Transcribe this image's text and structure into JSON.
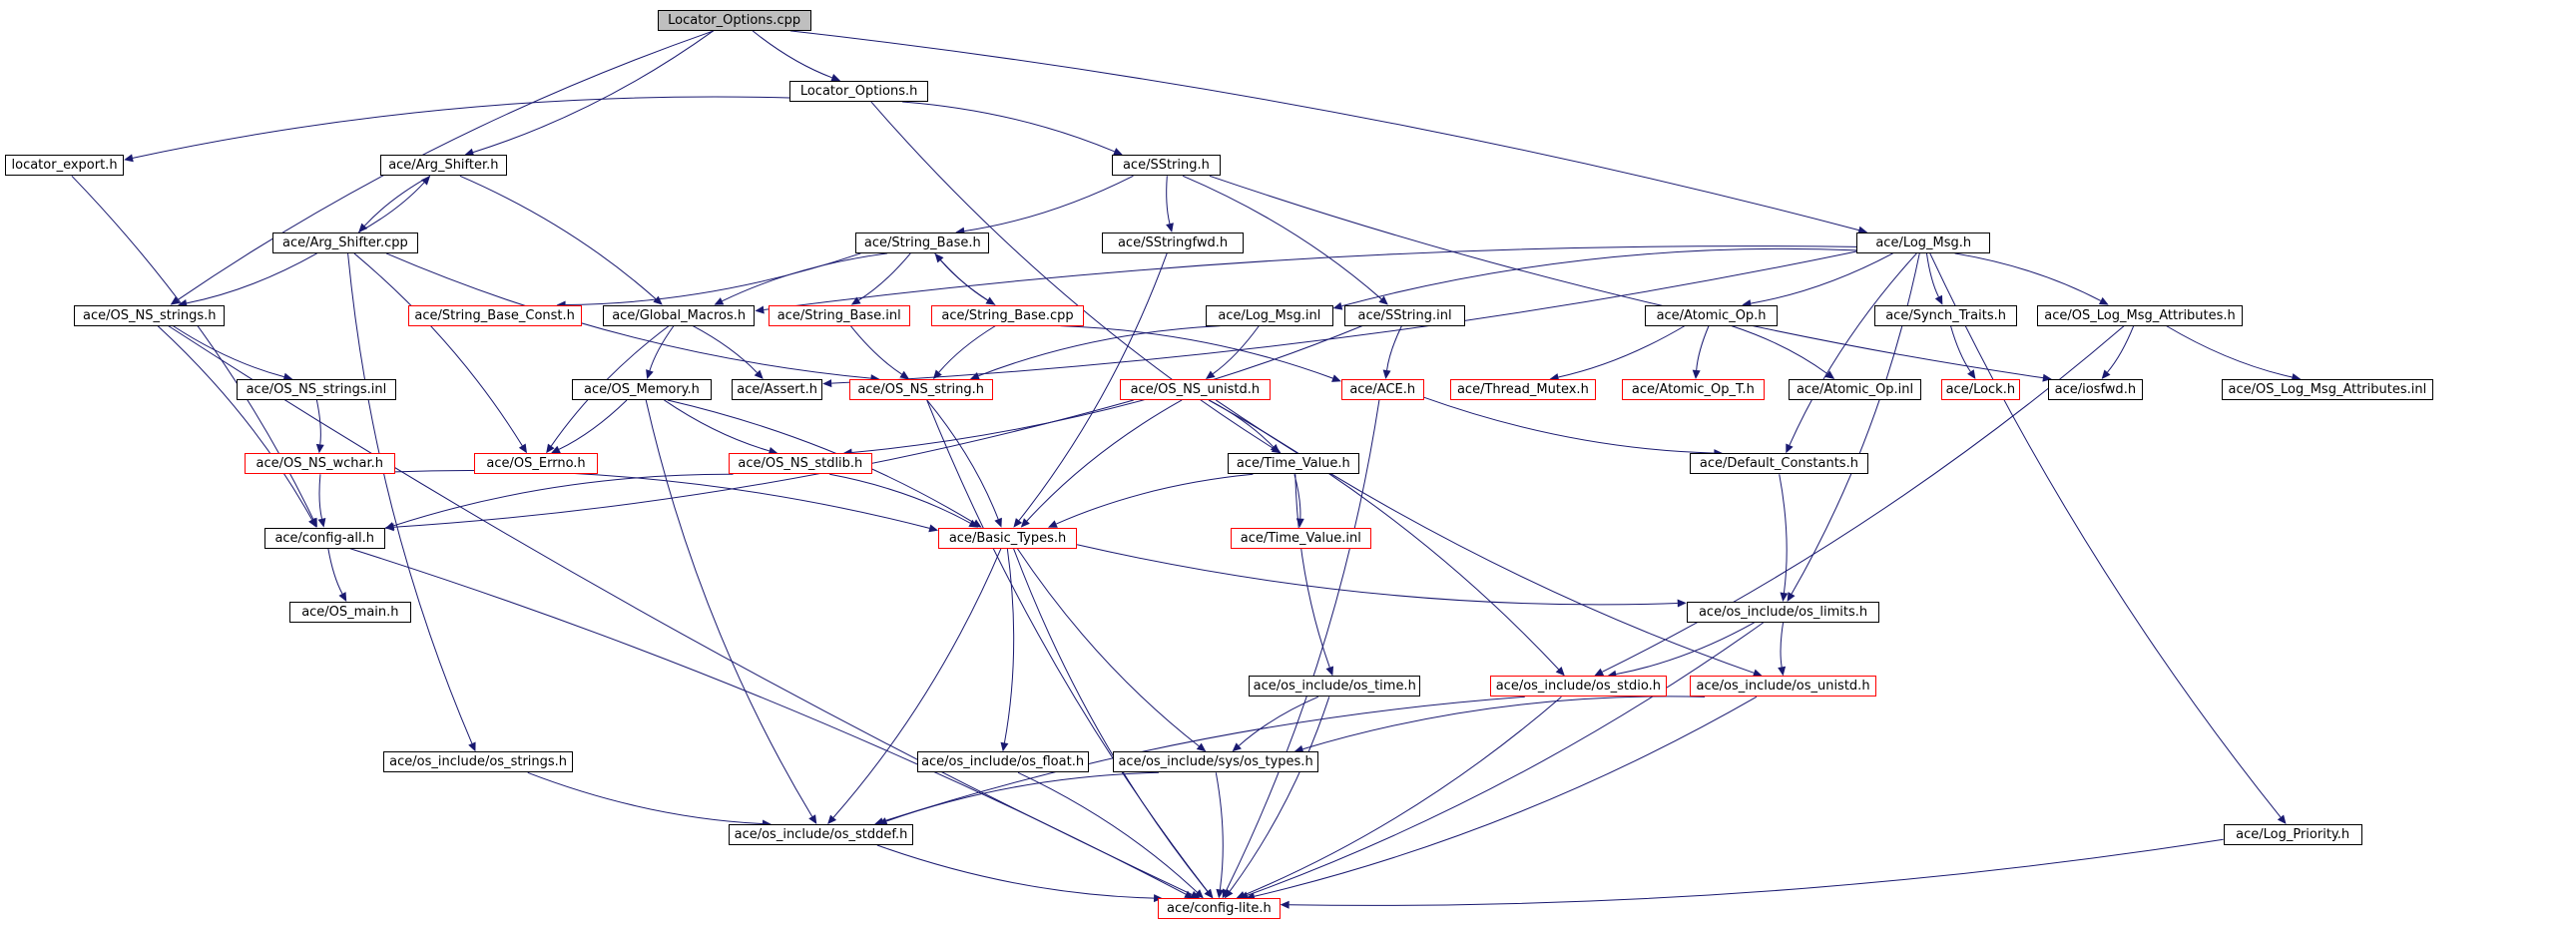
{
  "graph": {
    "edge_color": "#191970",
    "missing_border_color": "#ff0000",
    "root_fill": "#bfbfbf",
    "nodes": [
      {
        "id": "root",
        "label": "Locator_Options.cpp",
        "style": "root"
      },
      {
        "id": "locopt",
        "label": "Locator_Options.h",
        "style": "normal"
      },
      {
        "id": "locexp",
        "label": "locator_export.h",
        "style": "normal"
      },
      {
        "id": "argsh",
        "label": "ace/Arg_Shifter.h",
        "style": "normal"
      },
      {
        "id": "sstr",
        "label": "ace/SString.h",
        "style": "normal"
      },
      {
        "id": "logmsg",
        "label": "ace/Log_Msg.h",
        "style": "normal"
      },
      {
        "id": "argcpp",
        "label": "ace/Arg_Shifter.cpp",
        "style": "normal"
      },
      {
        "id": "strbase",
        "label": "ace/String_Base.h",
        "style": "normal"
      },
      {
        "id": "sstrfwd",
        "label": "ace/SStringfwd.h",
        "style": "normal"
      },
      {
        "id": "osnsstrs",
        "label": "ace/OS_NS_strings.h",
        "style": "normal"
      },
      {
        "id": "sbconst",
        "label": "ace/String_Base_Const.h",
        "style": "red"
      },
      {
        "id": "globmac",
        "label": "ace/Global_Macros.h",
        "style": "normal"
      },
      {
        "id": "sbinl",
        "label": "ace/String_Base.inl",
        "style": "red"
      },
      {
        "id": "sbcpp",
        "label": "ace/String_Base.cpp",
        "style": "red"
      },
      {
        "id": "logmsginl",
        "label": "ace/Log_Msg.inl",
        "style": "normal"
      },
      {
        "id": "sstrinl",
        "label": "ace/SString.inl",
        "style": "normal"
      },
      {
        "id": "atomic",
        "label": "ace/Atomic_Op.h",
        "style": "normal"
      },
      {
        "id": "synch",
        "label": "ace/Synch_Traits.h",
        "style": "normal"
      },
      {
        "id": "oslogattr",
        "label": "ace/OS_Log_Msg_Attributes.h",
        "style": "normal"
      },
      {
        "id": "osnsstrsinl",
        "label": "ace/OS_NS_strings.inl",
        "style": "normal"
      },
      {
        "id": "osmem",
        "label": "ace/OS_Memory.h",
        "style": "normal"
      },
      {
        "id": "assert",
        "label": "ace/Assert.h",
        "style": "normal"
      },
      {
        "id": "osnsstring",
        "label": "ace/OS_NS_string.h",
        "style": "red"
      },
      {
        "id": "osnsunistd",
        "label": "ace/OS_NS_unistd.h",
        "style": "red"
      },
      {
        "id": "ace",
        "label": "ace/ACE.h",
        "style": "red"
      },
      {
        "id": "thrmutex",
        "label": "ace/Thread_Mutex.h",
        "style": "red"
      },
      {
        "id": "atomicT",
        "label": "ace/Atomic_Op_T.h",
        "style": "red"
      },
      {
        "id": "atomicinl",
        "label": "ace/Atomic_Op.inl",
        "style": "normal"
      },
      {
        "id": "lock",
        "label": "ace/Lock.h",
        "style": "red"
      },
      {
        "id": "iosfwd",
        "label": "ace/iosfwd.h",
        "style": "normal"
      },
      {
        "id": "oslogattrinl",
        "label": "ace/OS_Log_Msg_Attributes.inl",
        "style": "normal"
      },
      {
        "id": "osnswchar",
        "label": "ace/OS_NS_wchar.h",
        "style": "red"
      },
      {
        "id": "oserrno",
        "label": "ace/OS_Errno.h",
        "style": "red"
      },
      {
        "id": "osnsstdlib",
        "label": "ace/OS_NS_stdlib.h",
        "style": "red"
      },
      {
        "id": "timeval",
        "label": "ace/Time_Value.h",
        "style": "normal"
      },
      {
        "id": "defconst",
        "label": "ace/Default_Constants.h",
        "style": "normal"
      },
      {
        "id": "configall",
        "label": "ace/config-all.h",
        "style": "normal"
      },
      {
        "id": "basictypes",
        "label": "ace/Basic_Types.h",
        "style": "red"
      },
      {
        "id": "timevalinl",
        "label": "ace/Time_Value.inl",
        "style": "red"
      },
      {
        "id": "osmain",
        "label": "ace/OS_main.h",
        "style": "normal"
      },
      {
        "id": "oslimits",
        "label": "ace/os_include/os_limits.h",
        "style": "normal"
      },
      {
        "id": "ostime",
        "label": "ace/os_include/os_time.h",
        "style": "normal"
      },
      {
        "id": "osstdio",
        "label": "ace/os_include/os_stdio.h",
        "style": "red"
      },
      {
        "id": "osunistd",
        "label": "ace/os_include/os_unistd.h",
        "style": "red"
      },
      {
        "id": "osstrings",
        "label": "ace/os_include/os_strings.h",
        "style": "normal"
      },
      {
        "id": "osfloat",
        "label": "ace/os_include/os_float.h",
        "style": "normal"
      },
      {
        "id": "ostypes",
        "label": "ace/os_include/sys/os_types.h",
        "style": "normal"
      },
      {
        "id": "osstddef",
        "label": "ace/os_include/os_stddef.h",
        "style": "normal"
      },
      {
        "id": "logprio",
        "label": "ace/Log_Priority.h",
        "style": "normal"
      },
      {
        "id": "configlite",
        "label": "ace/config-lite.h",
        "style": "red"
      }
    ],
    "edges": [
      [
        "root",
        "locopt"
      ],
      [
        "root",
        "argsh"
      ],
      [
        "root",
        "osnsstrs"
      ],
      [
        "root",
        "logmsg"
      ],
      [
        "locopt",
        "locexp"
      ],
      [
        "locopt",
        "sstr"
      ],
      [
        "locopt",
        "timeval"
      ],
      [
        "locexp",
        "configall"
      ],
      [
        "argsh",
        "argcpp"
      ],
      [
        "argsh",
        "globmac"
      ],
      [
        "argcpp",
        "argsh"
      ],
      [
        "argcpp",
        "osnsstrs"
      ],
      [
        "argcpp",
        "osnsstring"
      ],
      [
        "argcpp",
        "oserrno"
      ],
      [
        "argcpp",
        "osstrings"
      ],
      [
        "sstr",
        "strbase"
      ],
      [
        "sstr",
        "sstrfwd"
      ],
      [
        "sstr",
        "sstrinl"
      ],
      [
        "sstr",
        "iosfwd"
      ],
      [
        "strbase",
        "sbconst"
      ],
      [
        "strbase",
        "globmac"
      ],
      [
        "strbase",
        "sbinl"
      ],
      [
        "strbase",
        "sbcpp"
      ],
      [
        "sbcpp",
        "strbase"
      ],
      [
        "sbcpp",
        "osnsstring"
      ],
      [
        "sbcpp",
        "ace"
      ],
      [
        "sbinl",
        "osnsstring"
      ],
      [
        "sstrfwd",
        "basictypes"
      ],
      [
        "sstrinl",
        "ace"
      ],
      [
        "sstrinl",
        "osnsstdlib"
      ],
      [
        "logmsg",
        "globmac"
      ],
      [
        "logmsg",
        "assert"
      ],
      [
        "logmsg",
        "logmsginl"
      ],
      [
        "logmsg",
        "atomic"
      ],
      [
        "logmsg",
        "synch"
      ],
      [
        "logmsg",
        "oslogattr"
      ],
      [
        "logmsg",
        "defconst"
      ],
      [
        "logmsg",
        "oslimits"
      ],
      [
        "logmsg",
        "logprio"
      ],
      [
        "logmsginl",
        "osnsunistd"
      ],
      [
        "logmsginl",
        "osnsstring"
      ],
      [
        "atomic",
        "thrmutex"
      ],
      [
        "atomic",
        "atomicT"
      ],
      [
        "atomic",
        "atomicinl"
      ],
      [
        "synch",
        "lock"
      ],
      [
        "oslogattr",
        "iosfwd"
      ],
      [
        "oslogattr",
        "oslogattrinl"
      ],
      [
        "oslogattr",
        "osstdio"
      ],
      [
        "osnsstrs",
        "osnsstrsinl"
      ],
      [
        "osnsstrs",
        "configall"
      ],
      [
        "osnsstrs",
        "configlite"
      ],
      [
        "osnsstrsinl",
        "osnswchar"
      ],
      [
        "osnswchar",
        "configall"
      ],
      [
        "osnswchar",
        "basictypes"
      ],
      [
        "globmac",
        "osmem"
      ],
      [
        "globmac",
        "assert"
      ],
      [
        "globmac",
        "oserrno"
      ],
      [
        "osmem",
        "oserrno"
      ],
      [
        "osmem",
        "osnsstdlib"
      ],
      [
        "osmem",
        "basictypes"
      ],
      [
        "osmem",
        "osstddef"
      ],
      [
        "osnsstring",
        "basictypes"
      ],
      [
        "osnsstring",
        "configlite"
      ],
      [
        "osnsunistd",
        "timeval"
      ],
      [
        "osnsunistd",
        "basictypes"
      ],
      [
        "osnsunistd",
        "configall"
      ],
      [
        "osnsunistd",
        "osunistd"
      ],
      [
        "osnsunistd",
        "osstdio"
      ],
      [
        "ace",
        "defconst"
      ],
      [
        "ace",
        "configlite"
      ],
      [
        "osnsstdlib",
        "configall"
      ],
      [
        "osnsstdlib",
        "basictypes"
      ],
      [
        "timeval",
        "basictypes"
      ],
      [
        "timeval",
        "timevalinl"
      ],
      [
        "timeval",
        "ostime"
      ],
      [
        "defconst",
        "oslimits"
      ],
      [
        "configall",
        "osmain"
      ],
      [
        "configall",
        "configlite"
      ],
      [
        "basictypes",
        "oslimits"
      ],
      [
        "basictypes",
        "osfloat"
      ],
      [
        "basictypes",
        "ostypes"
      ],
      [
        "basictypes",
        "osstddef"
      ],
      [
        "basictypes",
        "configlite"
      ],
      [
        "oslimits",
        "osstdio"
      ],
      [
        "oslimits",
        "osunistd"
      ],
      [
        "oslimits",
        "configlite"
      ],
      [
        "osstdio",
        "osstddef"
      ],
      [
        "osstdio",
        "configlite"
      ],
      [
        "osunistd",
        "ostypes"
      ],
      [
        "osunistd",
        "configlite"
      ],
      [
        "ostime",
        "ostypes"
      ],
      [
        "ostime",
        "configlite"
      ],
      [
        "osstrings",
        "osstddef"
      ],
      [
        "osfloat",
        "configlite"
      ],
      [
        "ostypes",
        "osstddef"
      ],
      [
        "ostypes",
        "configlite"
      ],
      [
        "osstddef",
        "configlite"
      ],
      [
        "logprio",
        "configlite"
      ]
    ]
  }
}
